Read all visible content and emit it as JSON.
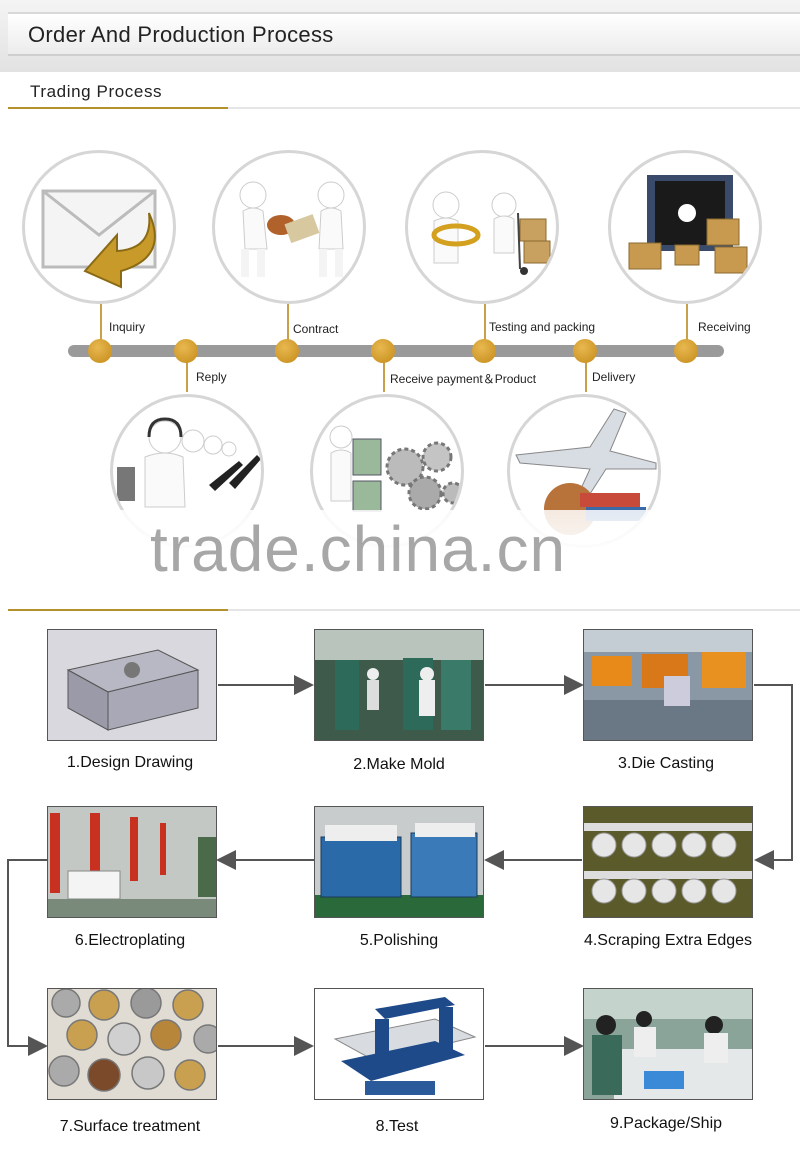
{
  "header": {
    "title": "Order And Production Process"
  },
  "trading": {
    "title": "Trading Process",
    "stages": [
      {
        "label": "Inquiry",
        "position": "top"
      },
      {
        "label": "Reply",
        "position": "bottom"
      },
      {
        "label": "Contract",
        "position": "top"
      },
      {
        "label": "Receive payment＆Product",
        "position": "bottom"
      },
      {
        "label": "Testing and packing",
        "position": "top"
      },
      {
        "label": "Delivery",
        "position": "bottom"
      },
      {
        "label": "Receiving",
        "position": "top"
      }
    ]
  },
  "watermark": "trade.china.cn",
  "production": {
    "steps": [
      {
        "label": "1.Design Drawing"
      },
      {
        "label": "2.Make Mold"
      },
      {
        "label": "3.Die Casting"
      },
      {
        "label": "4.Scraping Extra Edges"
      },
      {
        "label": "5.Polishing"
      },
      {
        "label": "6.Electroplating"
      },
      {
        "label": "7.Surface treatment"
      },
      {
        "label": "8.Test"
      },
      {
        "label": "9.Package/Ship"
      }
    ]
  },
  "colors": {
    "accent": "#b5912c",
    "timeline": "#9a9a9a",
    "dot": "#d4a034",
    "arrow": "#555555"
  },
  "icons": [
    "envelope-icon",
    "handshake-icon",
    "magnifier-icon",
    "container-icon",
    "headset-icon",
    "gears-icon",
    "airplane-icon"
  ]
}
